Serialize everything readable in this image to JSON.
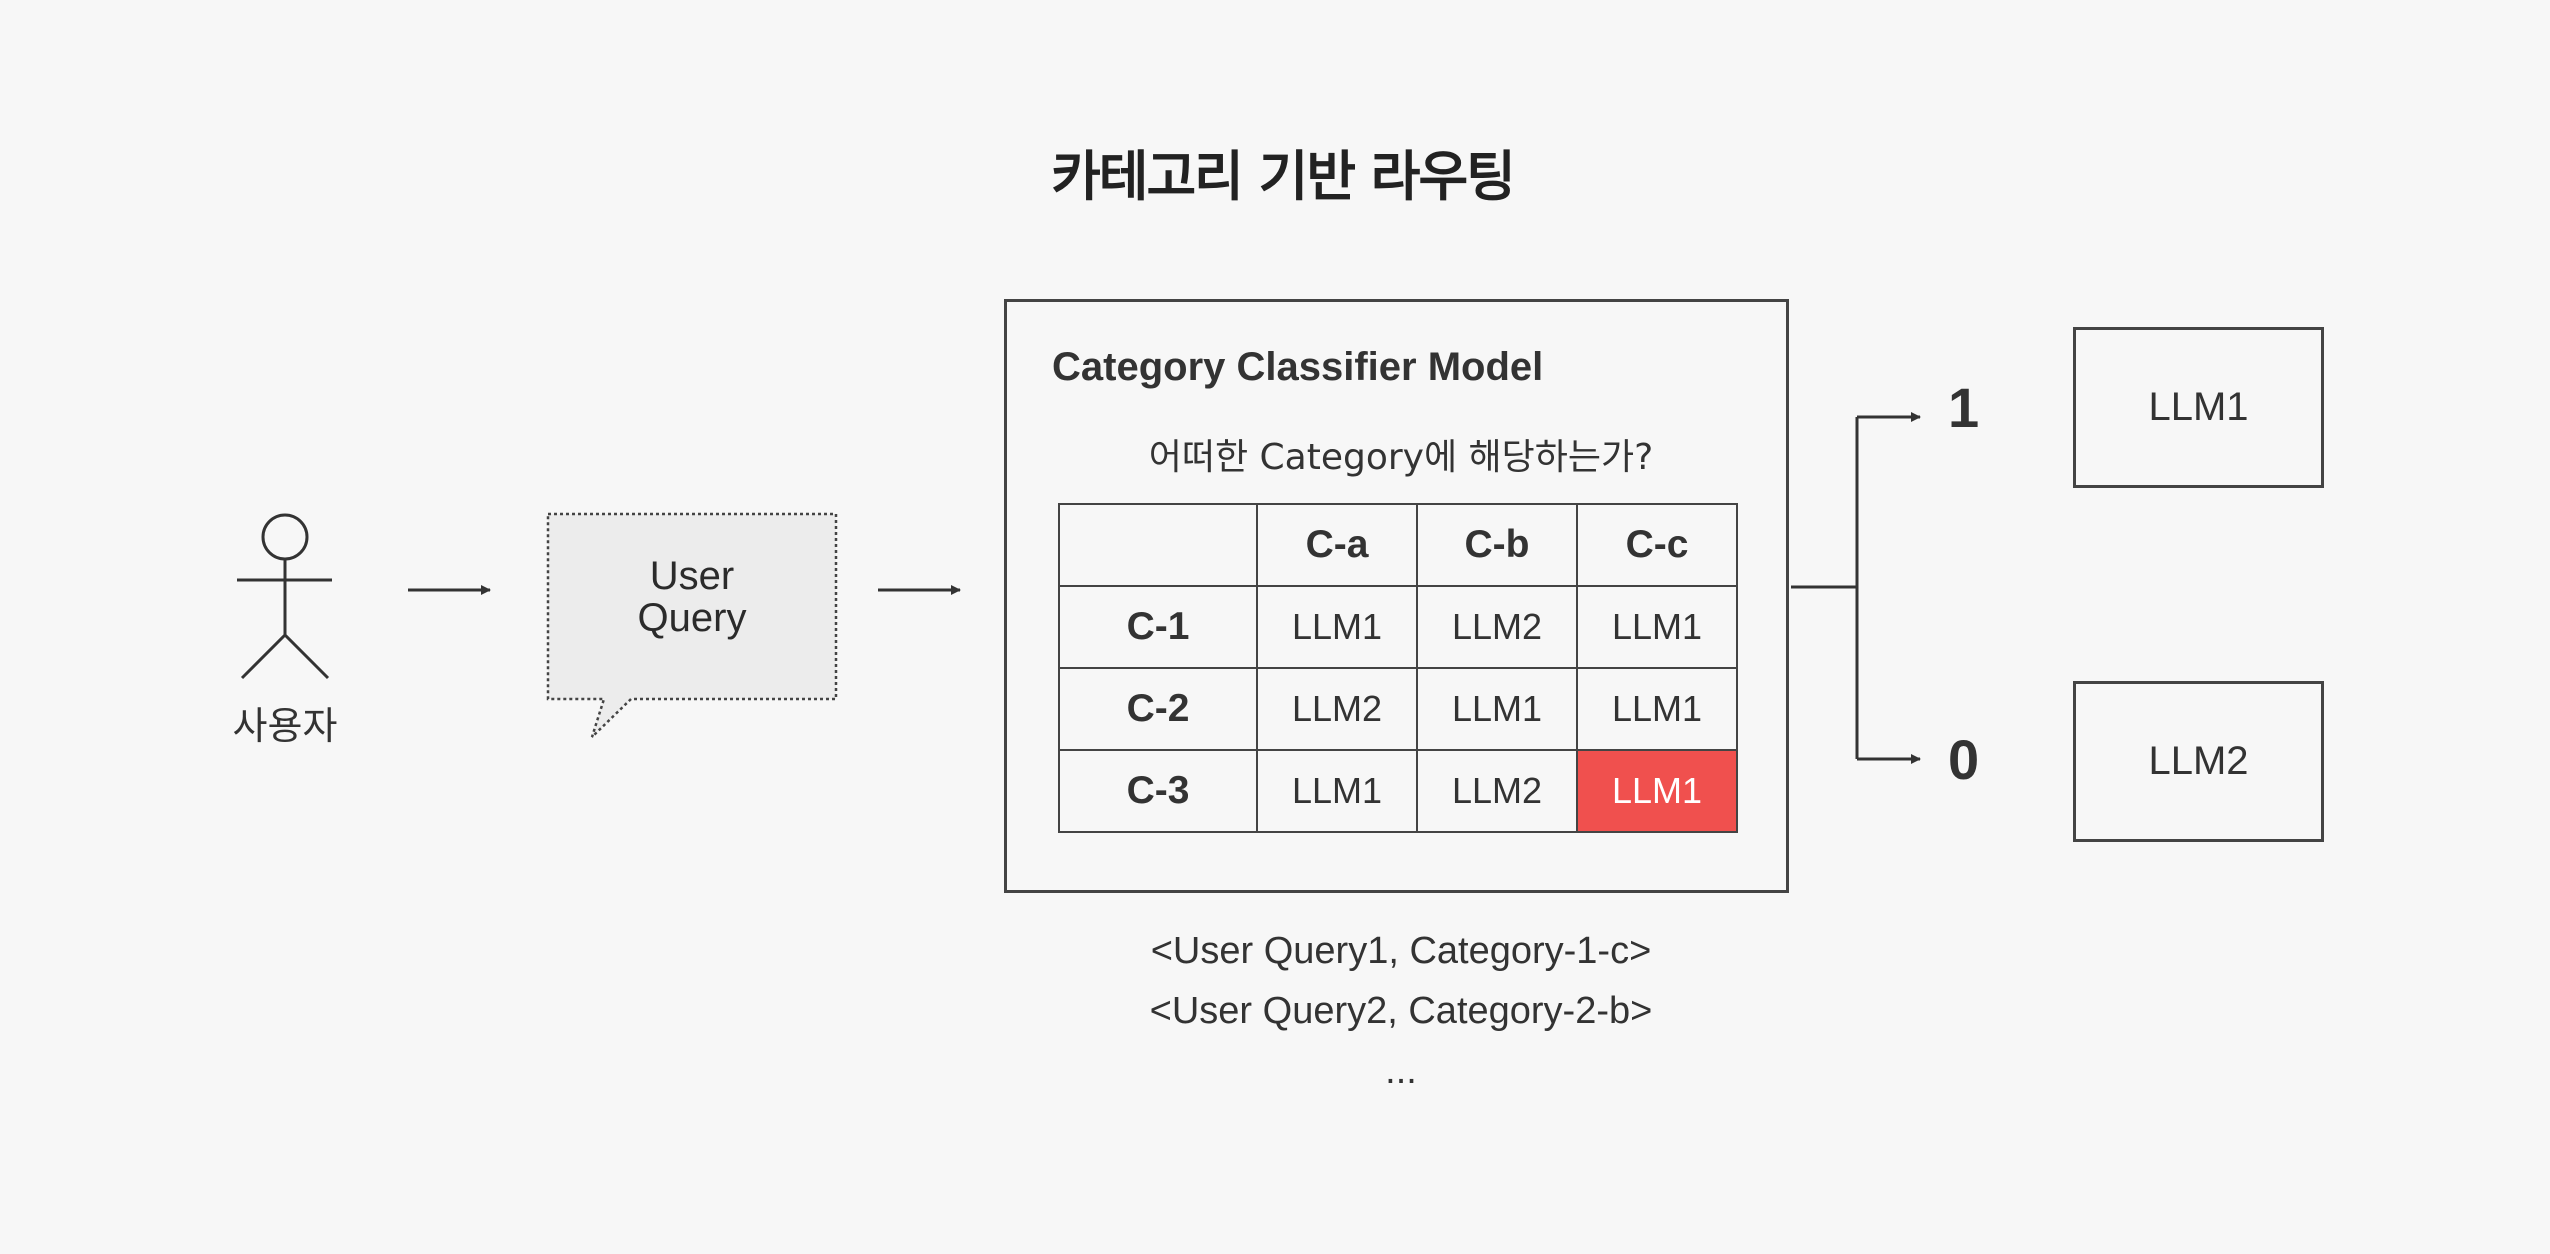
{
  "title": "카테고리 기반 라우팅",
  "user": {
    "label": "사용자"
  },
  "query_bubble": {
    "line1": "User",
    "line2": "Query"
  },
  "classifier": {
    "title": "Category Classifier Model",
    "question": "어떠한 Category에 해당하는가?",
    "columns": [
      "C-a",
      "C-b",
      "C-c"
    ],
    "rows": [
      {
        "label": "C-1",
        "cells": [
          "LLM1",
          "LLM2",
          "LLM1"
        ]
      },
      {
        "label": "C-2",
        "cells": [
          "LLM2",
          "LLM1",
          "LLM1"
        ]
      },
      {
        "label": "C-3",
        "cells": [
          "LLM1",
          "LLM2",
          "LLM1"
        ]
      }
    ],
    "highlight_color": "#f0504e"
  },
  "outputs": [
    {
      "value": "1",
      "model": "LLM1"
    },
    {
      "value": "0",
      "model": "LLM2"
    }
  ],
  "examples": [
    "<User Query1, Category-1-c>",
    "<User Query2, Category-2-b>",
    "..."
  ]
}
